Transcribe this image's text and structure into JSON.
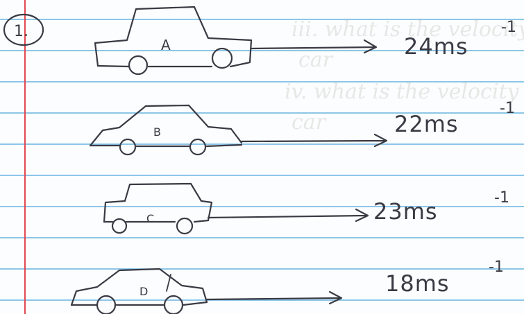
{
  "question": {
    "number": "1."
  },
  "cars": [
    {
      "letter": "A",
      "speed": "24ms",
      "exponent": "-1"
    },
    {
      "letter": "B",
      "speed": "22ms",
      "exponent": "-1"
    },
    {
      "letter": "C",
      "speed": "23ms",
      "exponent": "-1"
    },
    {
      "letter": "D",
      "speed": "18ms",
      "exponent": "-1"
    }
  ],
  "bleed_through": [
    "iii. what is the velocity of the",
    "car",
    "iv. what is the velocity of the",
    "car"
  ],
  "colors": {
    "paper": "#fbfdfe",
    "rule": "#4ea7dd",
    "margin": "#e2484f",
    "ink": "#3a3a44"
  }
}
